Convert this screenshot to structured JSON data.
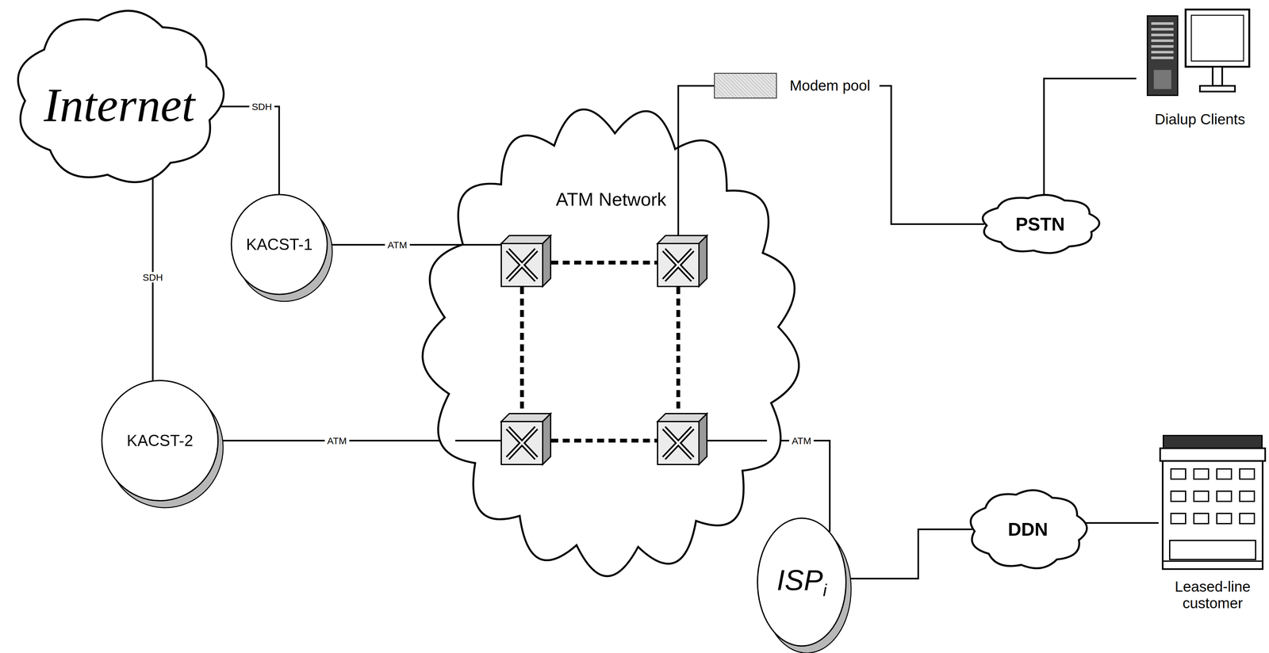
{
  "diagram": {
    "nodes": [
      {
        "text": [
          "Internet"
        ]
      },
      {
        "text": [
          "KACST-1"
        ]
      },
      {
        "text": [
          "KACST-2"
        ]
      },
      {
        "text": [
          "ATM Network"
        ]
      },
      {
        "text": [
          "Modem pool"
        ]
      },
      {
        "text": [
          "PSTN"
        ]
      },
      {
        "text": [
          "Dialup Clients"
        ]
      },
      {
        "text": [
          "ISP",
          "i"
        ]
      },
      {
        "text": [
          "DDN"
        ]
      },
      {
        "text": [
          "Leased-line customer"
        ]
      }
    ],
    "edges": [
      {
        "from": 0,
        "to": 1,
        "arrow": "none",
        "label": "SDH"
      },
      {
        "from": 0,
        "to": 2,
        "arrow": "none",
        "label": "SDH"
      },
      {
        "from": 1,
        "to": 3,
        "arrow": "none",
        "label": "ATM"
      },
      {
        "from": 2,
        "to": 3,
        "arrow": "none",
        "label": "ATM"
      },
      {
        "from": 3,
        "to": 4,
        "arrow": "none"
      },
      {
        "from": 4,
        "to": 5,
        "arrow": "none"
      },
      {
        "from": 5,
        "to": 6,
        "arrow": "none"
      },
      {
        "from": 3,
        "to": 7,
        "arrow": "none",
        "label": "ATM"
      },
      {
        "from": 7,
        "to": 8,
        "arrow": "none"
      },
      {
        "from": 8,
        "to": 9,
        "arrow": "none"
      }
    ]
  }
}
